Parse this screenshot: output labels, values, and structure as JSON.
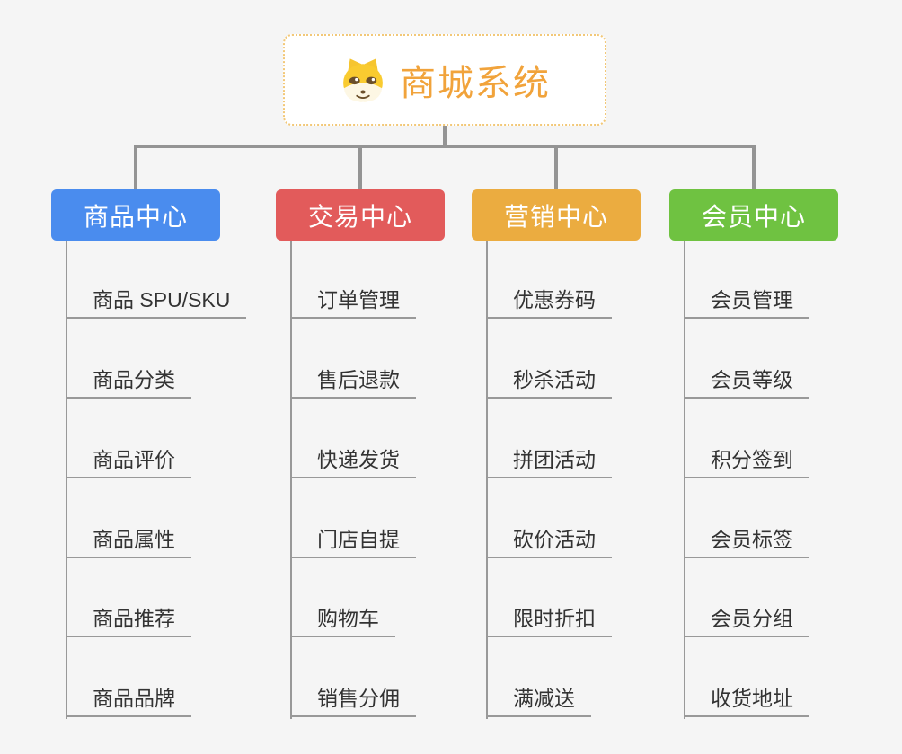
{
  "title": {
    "text": "商城系统",
    "icon": "shiba-dog-icon",
    "text_color": "#f1a33b",
    "border_color": "#f2c878"
  },
  "colors": {
    "background": "#f5f5f5",
    "connector_gray": "#949494",
    "underline_gray": "#999999",
    "item_text": "#333333"
  },
  "branches": [
    {
      "label": "商品中心",
      "color": "#4a8cee",
      "items": [
        "商品 SPU/SKU",
        "商品分类",
        "商品评价",
        "商品属性",
        "商品推荐",
        "商品品牌"
      ]
    },
    {
      "label": "交易中心",
      "color": "#e25b5b",
      "items": [
        "订单管理",
        "售后退款",
        "快递发货",
        "门店自提",
        "购物车",
        "销售分佣"
      ]
    },
    {
      "label": "营销中心",
      "color": "#ebac40",
      "items": [
        "优惠券码",
        "秒杀活动",
        "拼团活动",
        "砍价活动",
        "限时折扣",
        "满减送"
      ]
    },
    {
      "label": "会员中心",
      "color": "#6fc241",
      "items": [
        "会员管理",
        "会员等级",
        "积分签到",
        "会员标签",
        "会员分组",
        "收货地址"
      ]
    }
  ]
}
